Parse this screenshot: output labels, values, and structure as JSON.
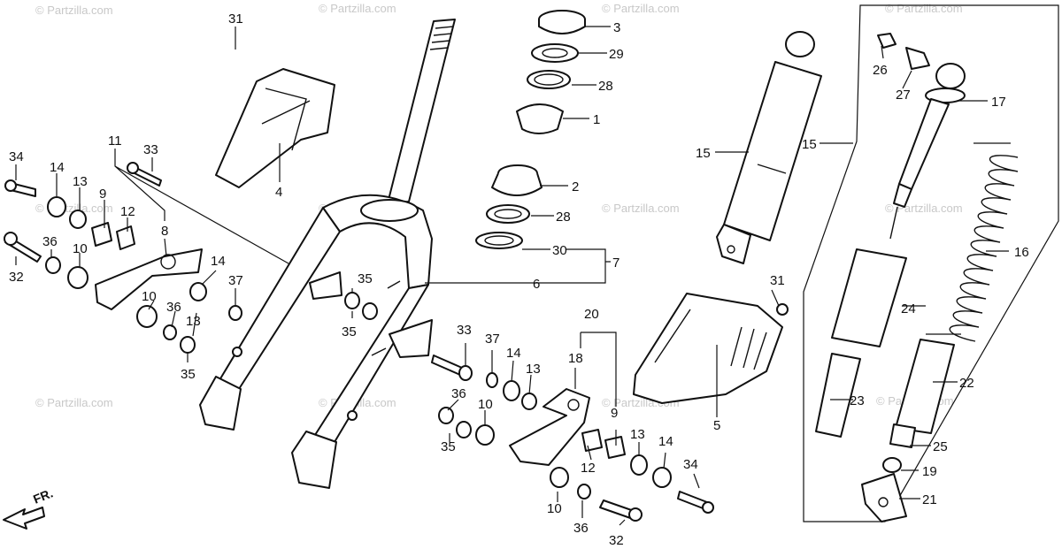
{
  "watermark": "© Partzilla.com",
  "direction_label": "FR.",
  "callouts": {
    "c31a": "31",
    "c3": "3",
    "c29": "29",
    "c28a": "28",
    "c1": "1",
    "c2": "2",
    "c28b": "28",
    "c30": "30",
    "c7": "7",
    "c6": "6",
    "c4": "4",
    "c11": "11",
    "c33a": "33",
    "c34a": "34",
    "c14a": "14",
    "c13a": "13",
    "c9a": "9",
    "c12a": "12",
    "c8": "8",
    "c36a": "36",
    "c10a": "10",
    "c32a": "32",
    "c14b": "14",
    "c37a": "37",
    "c10b": "10",
    "c36b": "36",
    "c13b": "13",
    "c35a": "35",
    "c35b": "35",
    "c35c": "35",
    "c20": "20",
    "c33b": "33",
    "c37b": "37",
    "c14c": "14",
    "c13c": "13",
    "c18": "18",
    "c36c": "36",
    "c10c": "10",
    "c35d": "35",
    "c9b": "9",
    "c12b": "12",
    "c13d": "13",
    "c14d": "14",
    "c34b": "34",
    "c10d": "10",
    "c36d": "36",
    "c32b": "32",
    "c5": "5",
    "c31b": "31",
    "c15a": "15",
    "c15b": "15",
    "c26": "26",
    "c27": "27",
    "c17": "17",
    "c16": "16",
    "c24": "24",
    "c22": "22",
    "c23": "23",
    "c25": "25",
    "c19": "19",
    "c21": "21"
  }
}
